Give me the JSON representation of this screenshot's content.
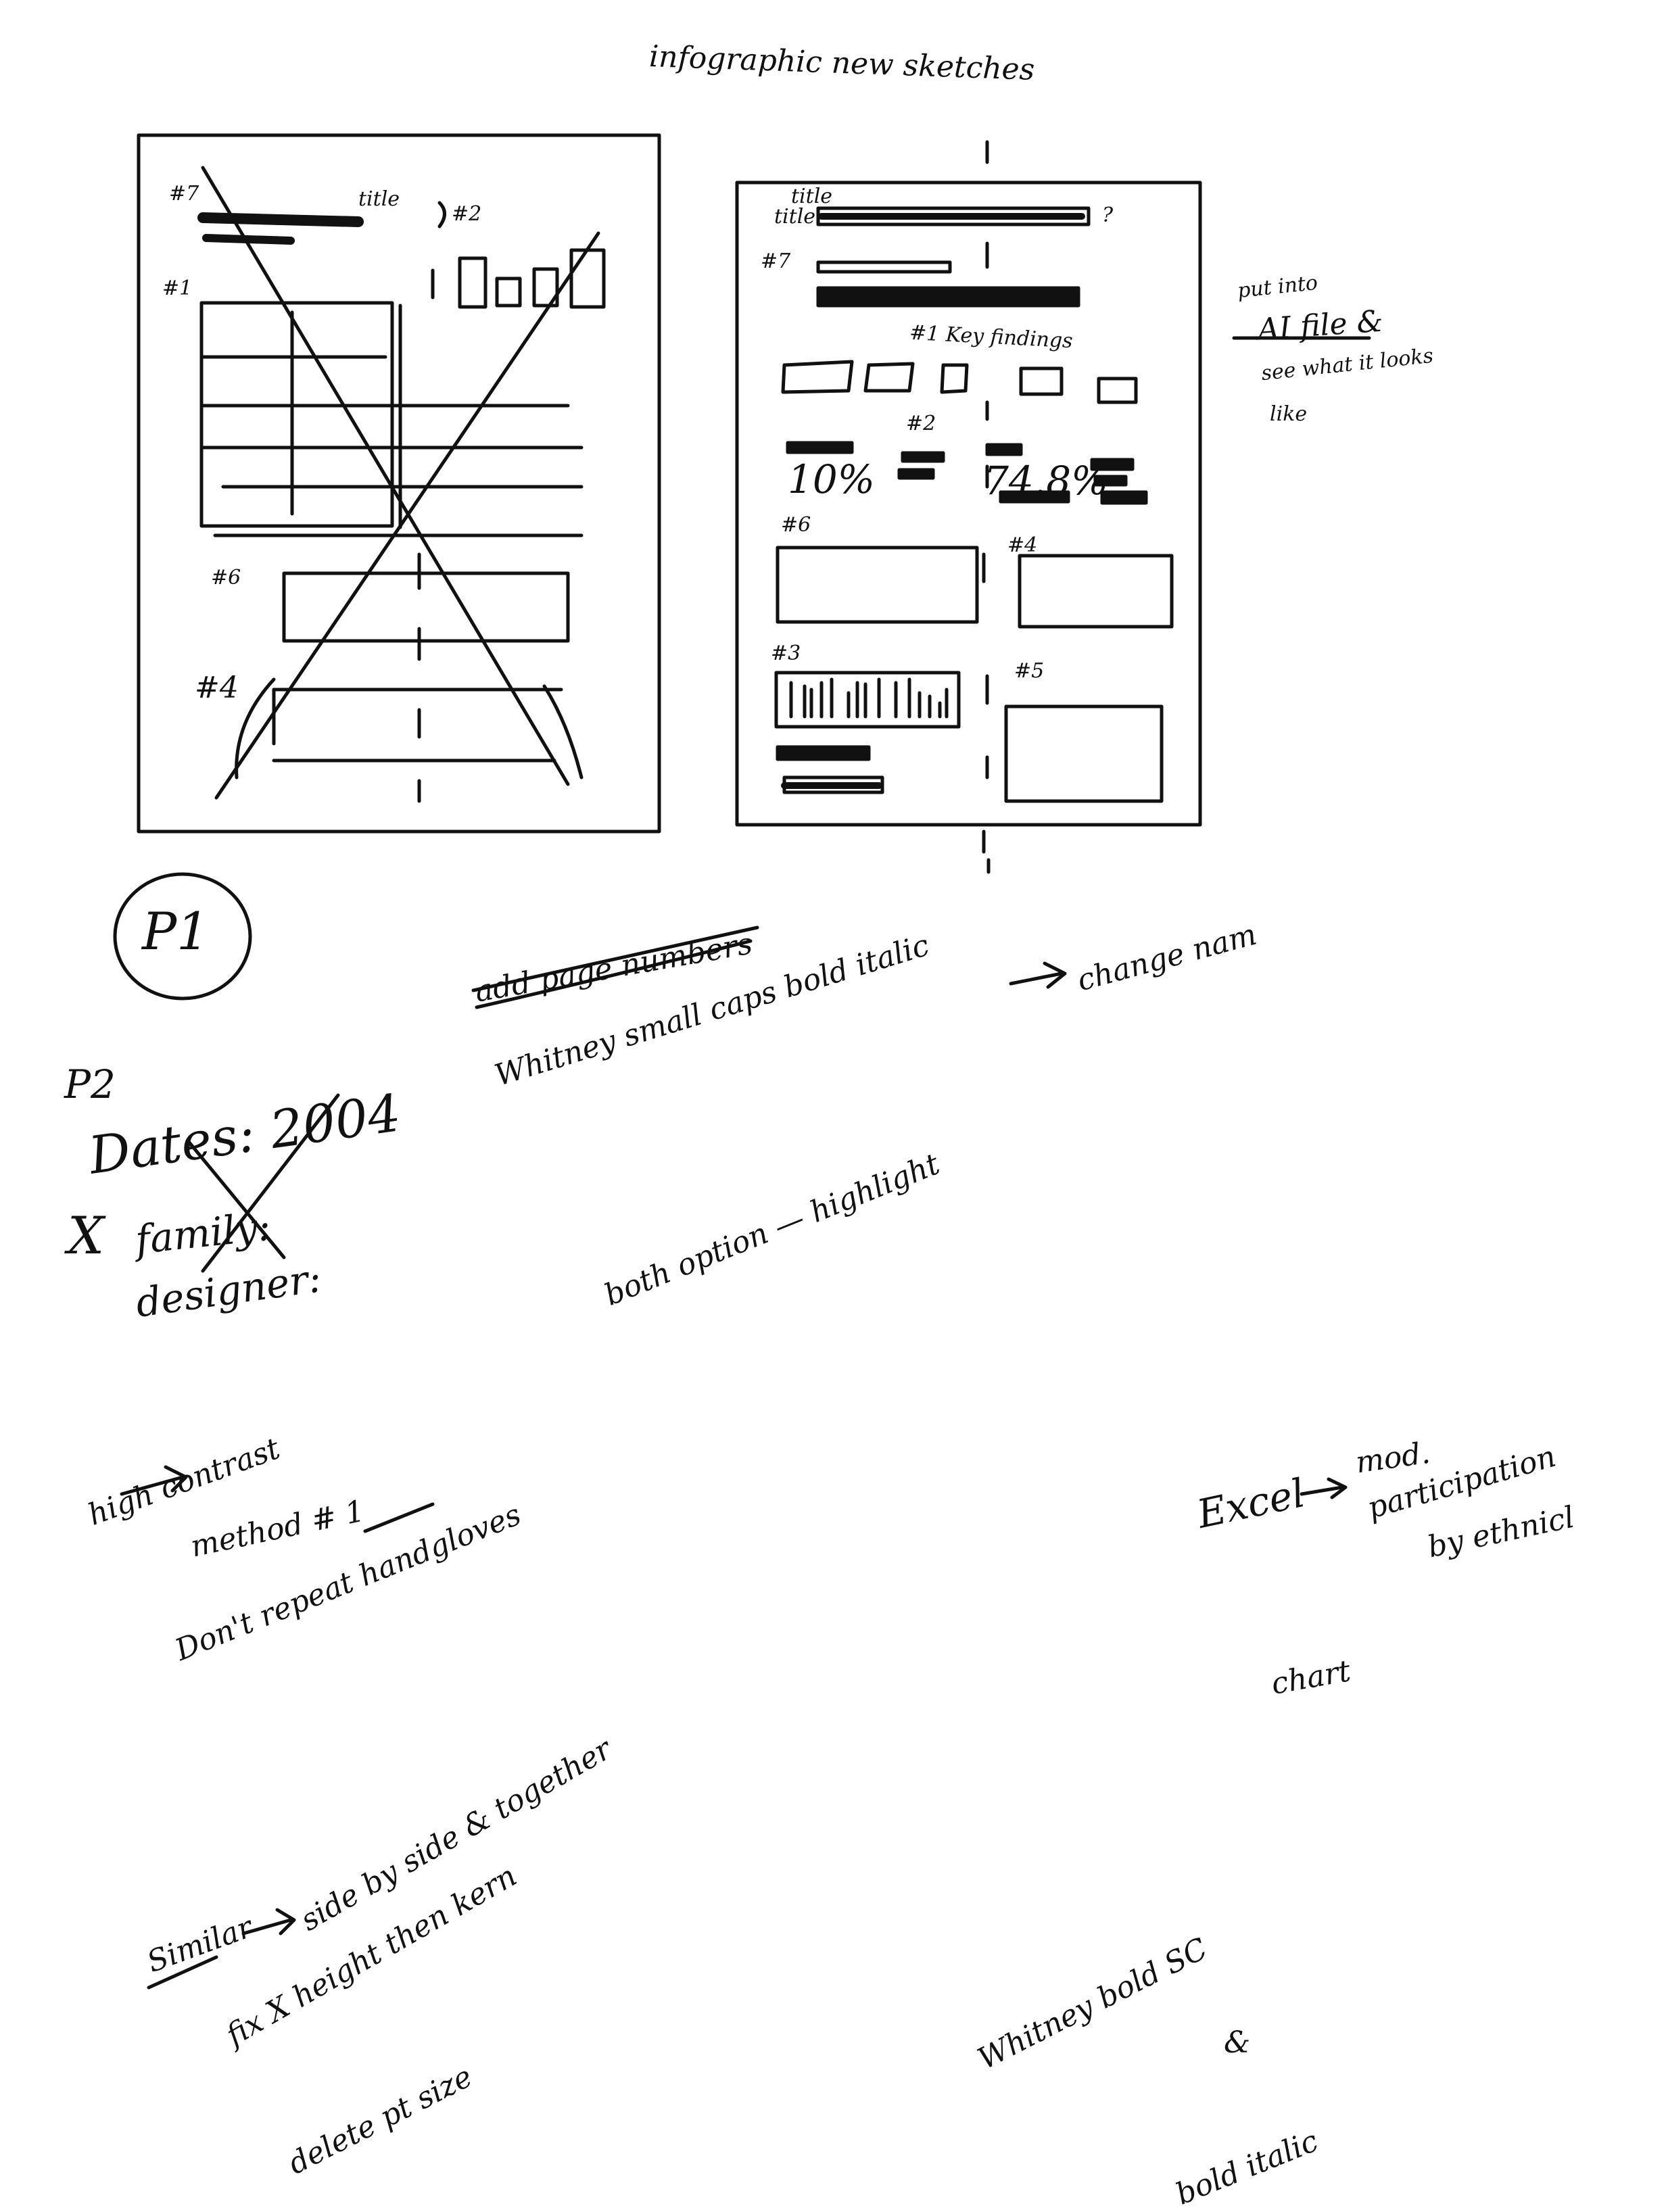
{
  "header": {
    "title": "infographic new sketches"
  },
  "left_sketch": {
    "labels": {
      "n7": "#7",
      "title": "title",
      "n2": "#2",
      "n1": "#1",
      "n6": "#6",
      "n4": "#4"
    }
  },
  "right_sketch": {
    "labels": {
      "title_top": "title",
      "title_side": "title",
      "question": "?",
      "n7": "#7",
      "key_findings": "#1 Key findings",
      "n2": "#2",
      "pct1": "10%",
      "pct2": "74.8%",
      "n6": "#6",
      "n4": "#4",
      "n3": "#3",
      "n5": "#5"
    }
  },
  "side_note": {
    "line1": "put into",
    "line2": "AI file &",
    "line3": "see what it looks",
    "line4": "like"
  },
  "page_marker": "P1",
  "notes": {
    "add_page_numbers": "add page numbers",
    "whitney_caps": "Whitney small caps bold italic",
    "change_name": "change nam",
    "both_option": "both option — highlight",
    "p2": "P2",
    "dates": "Dates: 2004",
    "family": "family:",
    "designer": "designer:",
    "x_mark": "X",
    "high_contrast": "high contrast",
    "method": "method # 1",
    "dont_repeat": "Don't repeat handgloves",
    "similar": "Similar",
    "side_by_side": "side by side & together",
    "fix_x": "fix X height then kern",
    "delete_pt": "delete pt size",
    "excel": "Excel",
    "mod": "mod.",
    "participation": "participation",
    "by_ethnic": "by ethnicl",
    "chart": "chart",
    "whitney_bold": "Whitney bold SC",
    "amp": "&",
    "bold_italic": "bold italic"
  }
}
